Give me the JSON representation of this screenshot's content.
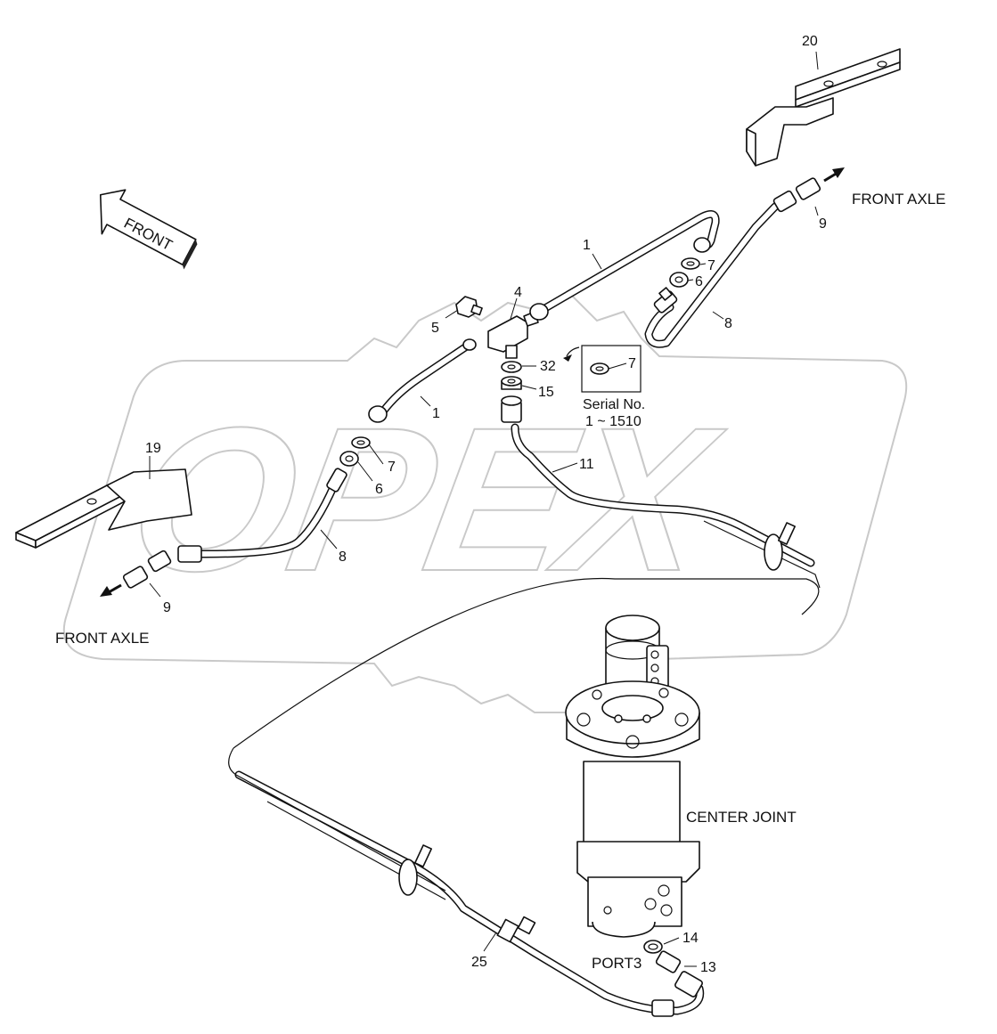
{
  "watermark": "OPEX",
  "front_arrow_label": "FRONT",
  "labels": {
    "front_axle_right": "FRONT AXLE",
    "front_axle_left": "FRONT AXLE",
    "center_joint": "CENTER JOINT",
    "port3": "PORT3",
    "serial_no": "Serial No.",
    "serial_range": "1 ~ 1510"
  },
  "callouts": {
    "c20": "20",
    "c9r": "9",
    "c1a": "1",
    "c7a": "7",
    "c6a": "6",
    "c8r": "8",
    "c4": "4",
    "c5": "5",
    "c32": "32",
    "c15": "15",
    "c7box": "7",
    "c1b": "1",
    "c11": "11",
    "c19": "19",
    "c7b": "7",
    "c6b": "6",
    "c8l": "8",
    "c9l": "9",
    "c14": "14",
    "c13": "13",
    "c25": "25"
  }
}
